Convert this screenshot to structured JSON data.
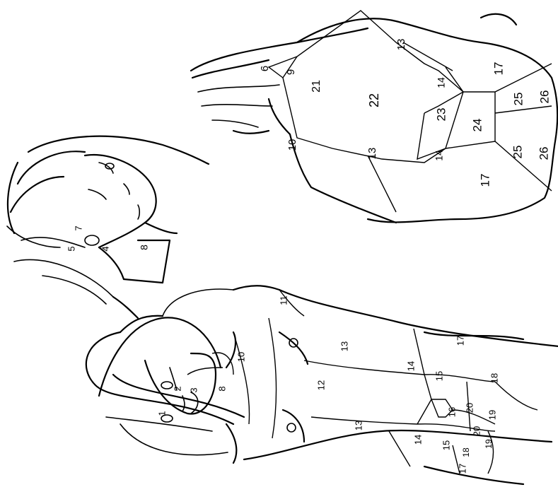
{
  "figures": {
    "front": {
      "labels": [
        "1",
        "2",
        "3",
        "8",
        "10",
        "11",
        "12",
        "13",
        "13",
        "14",
        "14",
        "15",
        "15",
        "16",
        "17",
        "17",
        "18",
        "18",
        "19",
        "19",
        "20",
        "20"
      ]
    },
    "head": {
      "labels": [
        "4",
        "5",
        "7",
        "8"
      ]
    },
    "back": {
      "labels": [
        "6",
        "9",
        "10",
        "13",
        "13",
        "14",
        "14",
        "17",
        "17",
        "21",
        "22",
        "23",
        "24",
        "25",
        "25",
        "26",
        "26"
      ]
    }
  }
}
